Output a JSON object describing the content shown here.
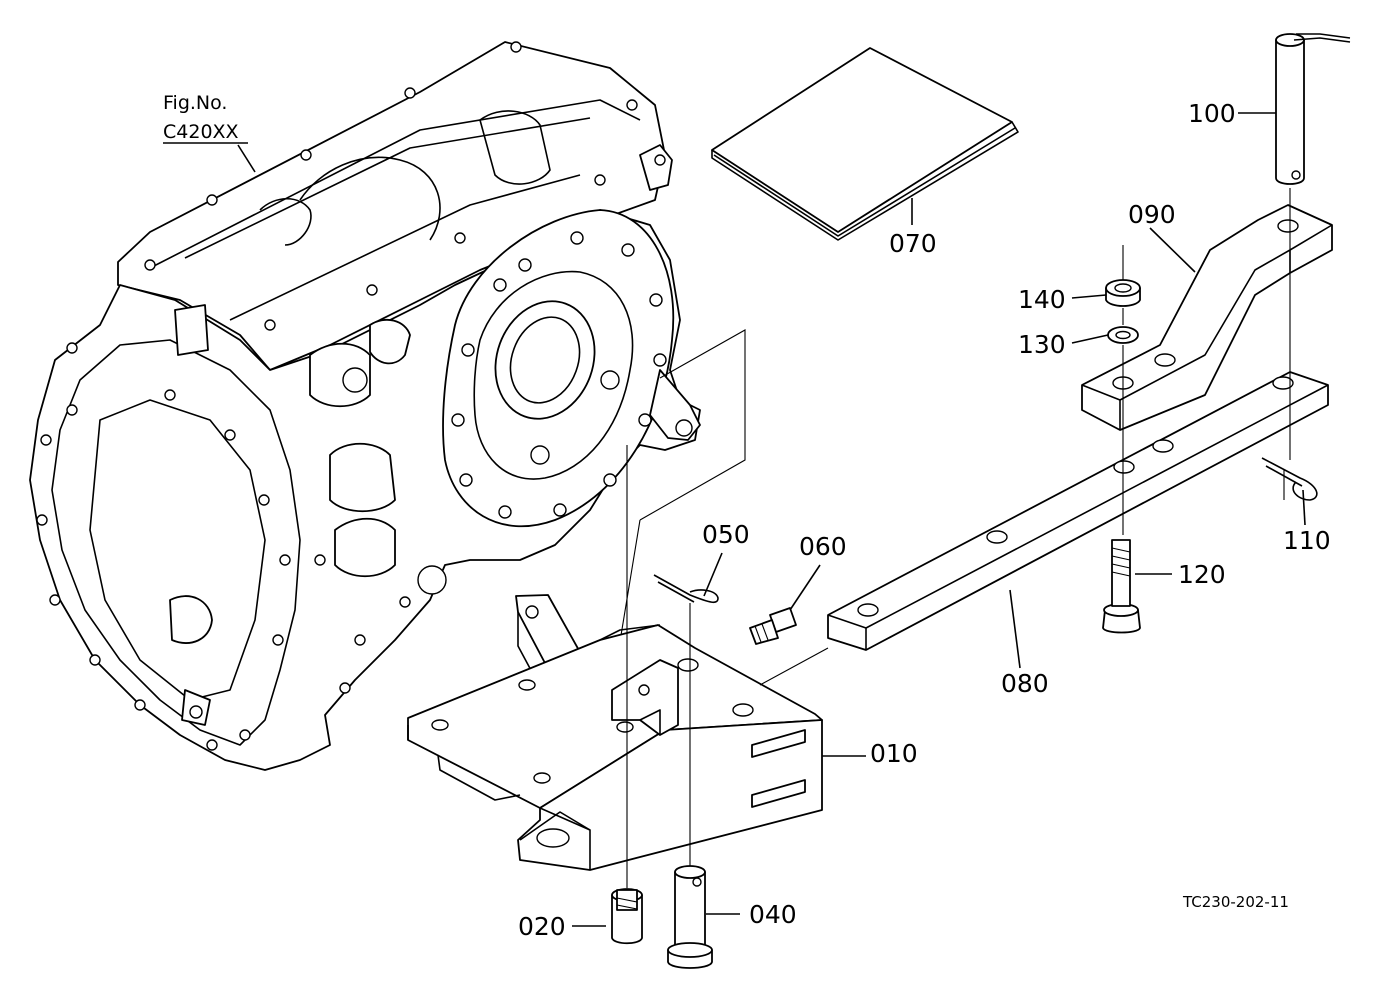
{
  "figure": {
    "fig_no_label": "Fig.No.",
    "fig_no_value": "C420XX",
    "drawing_code": "TC230-202-11"
  },
  "parts": [
    {
      "id": "p010",
      "number": "010"
    },
    {
      "id": "p020",
      "number": "020"
    },
    {
      "id": "p040",
      "number": "040"
    },
    {
      "id": "p050",
      "number": "050"
    },
    {
      "id": "p060",
      "number": "060"
    },
    {
      "id": "p070",
      "number": "070"
    },
    {
      "id": "p080",
      "number": "080"
    },
    {
      "id": "p090",
      "number": "090"
    },
    {
      "id": "p100",
      "number": "100"
    },
    {
      "id": "p110",
      "number": "110"
    },
    {
      "id": "p120",
      "number": "120"
    },
    {
      "id": "p130",
      "number": "130"
    },
    {
      "id": "p140",
      "number": "140"
    }
  ]
}
